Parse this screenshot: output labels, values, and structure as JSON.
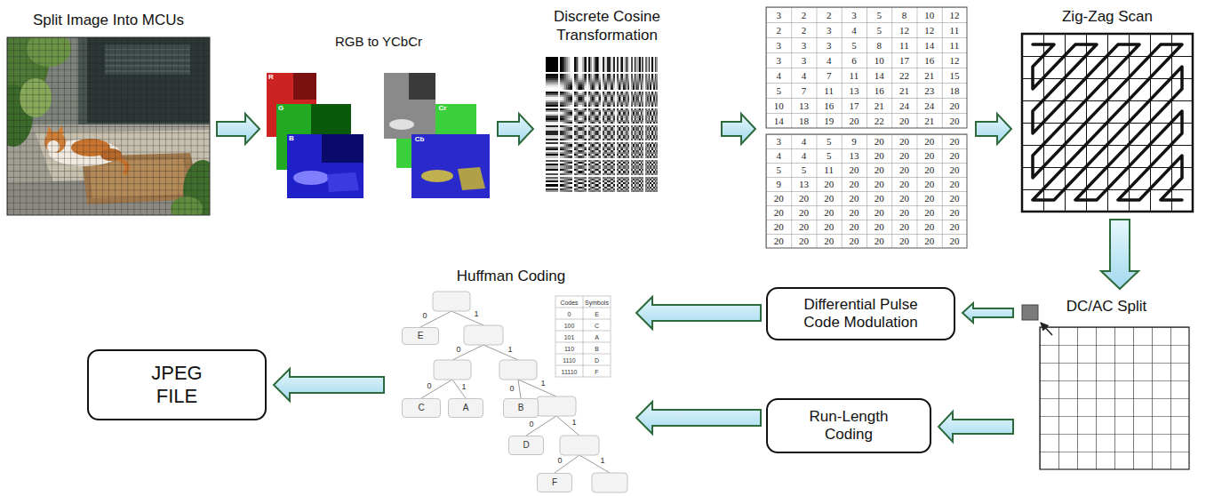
{
  "diagram": {
    "nodes": [
      {
        "text": [
          "Split Image Into MCUs"
        ]
      },
      {
        "text": [
          "RGB to YCbCr"
        ]
      },
      {
        "text": [
          "Discrete Cosine Transformation"
        ]
      },
      {
        "text": [
          "Zig-Zag Scan"
        ]
      },
      {
        "text": [
          "DC/AC Split"
        ]
      },
      {
        "text": [
          "Differential Pulse Code Modulation"
        ]
      },
      {
        "text": [
          "Run-Length Coding"
        ]
      },
      {
        "text": [
          "Huffman Coding"
        ]
      },
      {
        "text": [
          "E"
        ],
        "in": 7
      },
      {
        "text": [
          "C"
        ],
        "in": 7
      },
      {
        "text": [
          "A"
        ],
        "in": 7
      },
      {
        "text": [
          "B"
        ],
        "in": 7
      },
      {
        "text": [
          "D"
        ],
        "in": 7
      },
      {
        "text": [
          "F"
        ],
        "in": 7
      },
      {
        "text": [
          "JPEG FILE"
        ]
      }
    ],
    "edges": [
      {
        "from": 0,
        "to": 1,
        "arrow": "to"
      },
      {
        "from": 1,
        "to": 2,
        "arrow": "to"
      },
      {
        "from": 3,
        "to": 4,
        "arrow": "to"
      },
      {
        "from": 4,
        "to": 5,
        "arrow": "to"
      },
      {
        "from": 4,
        "to": 6,
        "arrow": "to"
      },
      {
        "from": 5,
        "to": 7,
        "arrow": "to"
      },
      {
        "from": 6,
        "to": 7,
        "arrow": "to"
      },
      {
        "from": 7,
        "to": 14,
        "arrow": "to"
      }
    ],
    "labels": [
      "R",
      "G",
      "B",
      "Cr",
      "Cb",
      "3",
      "2",
      "2",
      "3",
      "5",
      "8",
      "10",
      "12",
      "2",
      "2",
      "3",
      "4",
      "5",
      "12",
      "12",
      "11",
      "3",
      "3",
      "3",
      "5",
      "8",
      "11",
      "14",
      "11",
      "3",
      "3",
      "4",
      "6",
      "10",
      "17",
      "16",
      "12",
      "4",
      "4",
      "7",
      "11",
      "14",
      "22",
      "21",
      "15",
      "5",
      "7",
      "11",
      "13",
      "16",
      "21",
      "23",
      "18",
      "10",
      "13",
      "16",
      "17",
      "21",
      "24",
      "24",
      "20",
      "14",
      "18",
      "19",
      "20",
      "22",
      "20",
      "21",
      "20",
      "3",
      "4",
      "5",
      "9",
      "20",
      "20",
      "20",
      "20",
      "4",
      "4",
      "5",
      "13",
      "20",
      "20",
      "20",
      "20",
      "5",
      "5",
      "11",
      "20",
      "20",
      "20",
      "20",
      "20",
      "9",
      "13",
      "20",
      "20",
      "20",
      "20",
      "20",
      "20",
      "20",
      "20",
      "20",
      "20",
      "20",
      "20",
      "20",
      "20",
      "20",
      "20",
      "20",
      "20",
      "20",
      "20",
      "20",
      "20",
      "20",
      "20",
      "20",
      "20",
      "20",
      "20",
      "20",
      "20",
      "20",
      "20",
      "20",
      "20",
      "20",
      "20",
      "20",
      "20",
      "Codes",
      "Symbols",
      "0",
      "E",
      "100",
      "C",
      "101",
      "A",
      "110",
      "B",
      "1110",
      "D",
      "11110",
      "F",
      "0",
      "1",
      "0",
      "1",
      "0",
      "1",
      "0",
      "1",
      "0",
      "1",
      "0",
      "1"
    ]
  }
}
